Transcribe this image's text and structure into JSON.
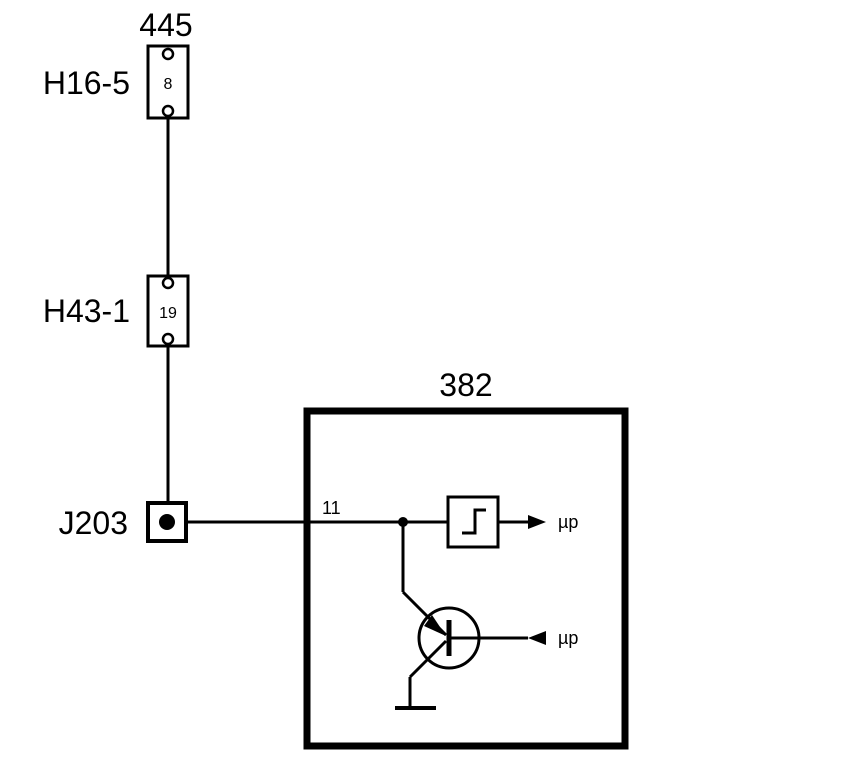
{
  "diagram": {
    "top_ref": "445",
    "connectors": [
      {
        "id": "H16-5",
        "pin": "8"
      },
      {
        "id": "H43-1",
        "pin": "19"
      }
    ],
    "junction": {
      "id": "J203"
    },
    "module": {
      "number": "382",
      "pin": "11",
      "outputs": [
        {
          "label": "µp"
        },
        {
          "label": "µp"
        }
      ]
    }
  }
}
